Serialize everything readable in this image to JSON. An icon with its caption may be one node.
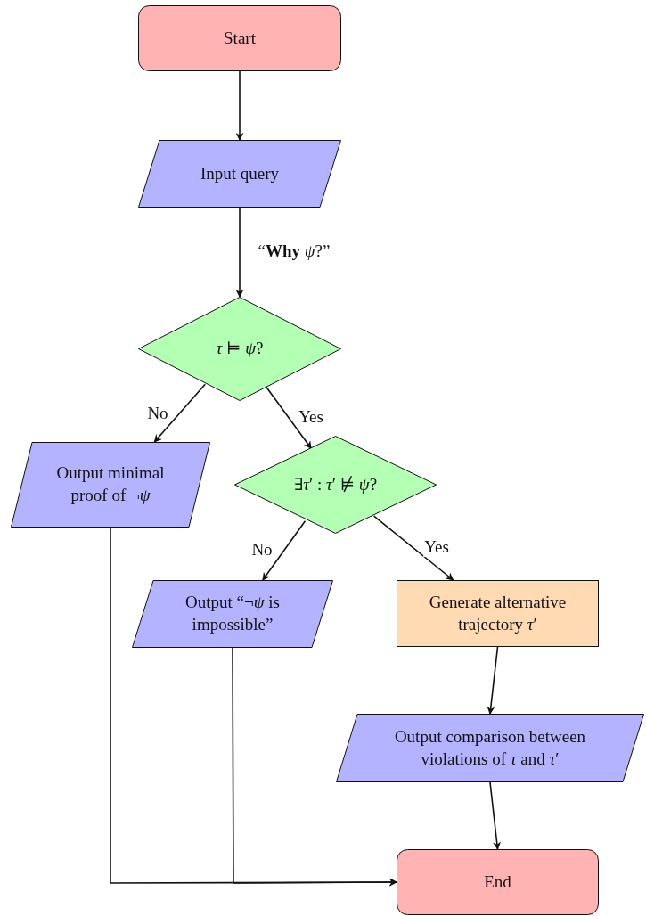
{
  "diagram": {
    "nodes": [
      {
        "text": [
          "Start"
        ]
      },
      {
        "text": [
          "Input query"
        ]
      },
      {
        "text": [
          "*τ* ⊨ *ψ*?"
        ]
      },
      {
        "text": [
          "Output minimal proof of ¬*ψ*"
        ]
      },
      {
        "text": [
          "∃*τ*′ : *τ*′ ⊭ *ψ*?"
        ]
      },
      {
        "text": [
          "Output “¬*ψ* is impossible”"
        ]
      },
      {
        "text": [
          "Generate alternative trajectory *τ*′"
        ]
      },
      {
        "text": [
          "Output comparison between violations of *τ* and *τ*′"
        ]
      },
      {
        "text": [
          "End"
        ]
      }
    ],
    "edges": [
      {
        "from": 0,
        "to": 1,
        "arrow": "to"
      },
      {
        "from": 1,
        "to": 2,
        "arrow": "to",
        "label": "“**Why** *ψ*?”"
      },
      {
        "from": 2,
        "to": 3,
        "arrow": "to",
        "label": "No"
      },
      {
        "from": 2,
        "to": 4,
        "arrow": "to",
        "label": "Yes"
      },
      {
        "from": 4,
        "to": 5,
        "arrow": "to",
        "label": "No"
      },
      {
        "from": 4,
        "to": 6,
        "arrow": "to",
        "label": "Yes"
      },
      {
        "from": 6,
        "to": 7,
        "arrow": "to"
      },
      {
        "from": 7,
        "to": 8,
        "arrow": "to"
      },
      {
        "from": 3,
        "to": 8,
        "arrow": "to"
      },
      {
        "from": 5,
        "to": 8,
        "arrow": "to"
      }
    ]
  }
}
